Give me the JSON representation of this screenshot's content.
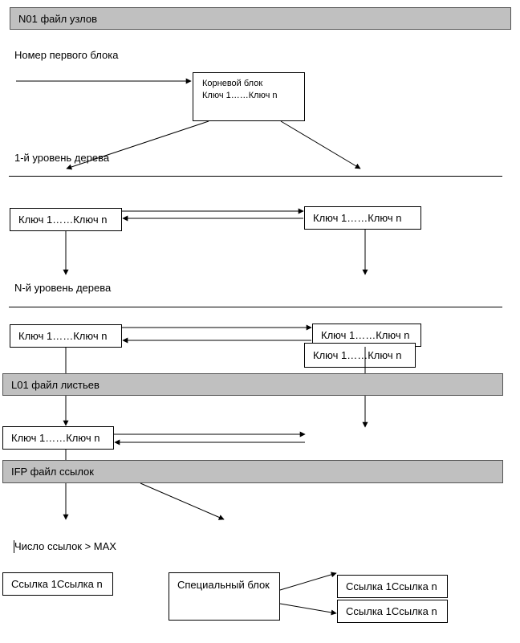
{
  "bands": {
    "nodes_file": "N01 файл узлов",
    "leaves_file": "L01 файл  листьев",
    "refs_file": "IFP файл ссылок"
  },
  "labels": {
    "first_block_number": "Номер первого блока",
    "level_1": "1-й уровень дерева",
    "level_n": "N-й уровень дерева",
    "ref_count": "Число ссылок > MAX"
  },
  "root_block": {
    "title": "Корневой блок",
    "keys": "Ключ 1……Ключ n"
  },
  "level1_boxes": [
    "Ключ 1……Ключ  n",
    "Ключ 1……Ключ  n"
  ],
  "levelN_boxes": [
    "Ключ 1……Ключ  n",
    "Ключ 1……Ключ  n",
    "Ключ 1……Ключ  n"
  ],
  "leaf_box": "Ключ 1……Ключ  n",
  "link_boxes": {
    "left": "Ссылка 1Ссылка  n",
    "special": "Специальный блок",
    "right_top": "Ссылка 1Ссылка  n",
    "right_bottom": "Ссылка 1Ссылка  n"
  }
}
